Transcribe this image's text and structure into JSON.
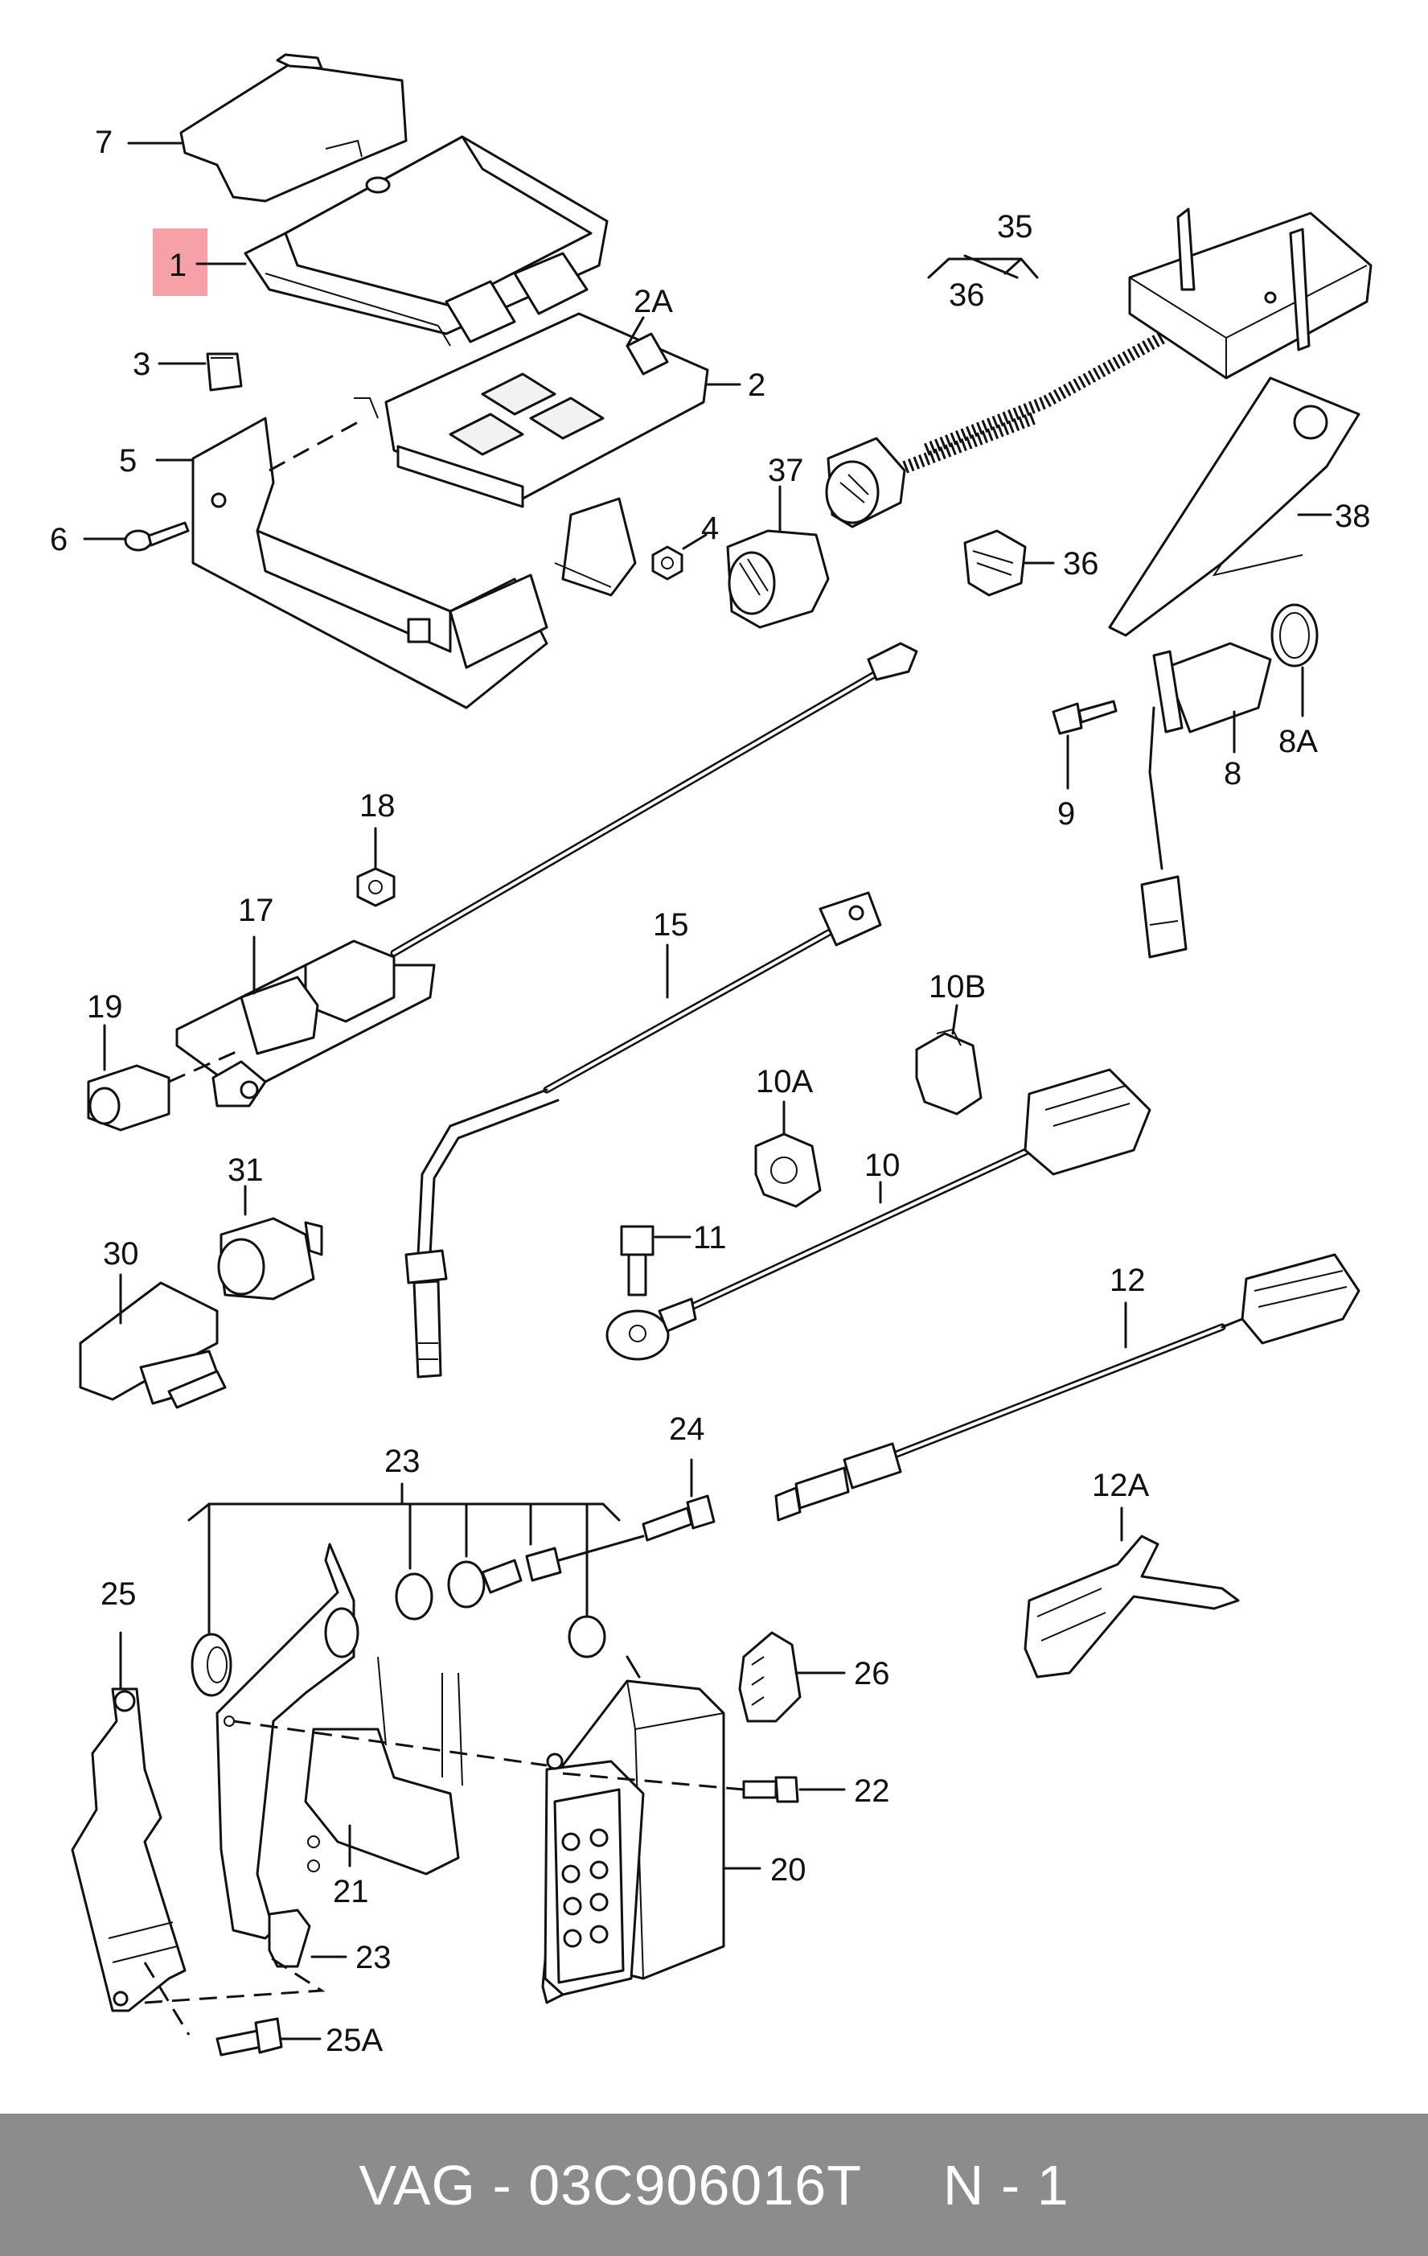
{
  "callouts": {
    "c1": "1",
    "c2": "2",
    "c2A": "2A",
    "c3": "3",
    "c4": "4",
    "c5": "5",
    "c6": "6",
    "c7": "7",
    "c8": "8",
    "c8A": "8A",
    "c9": "9",
    "c10": "10",
    "c10A": "10A",
    "c10B": "10B",
    "c11": "11",
    "c12": "12",
    "c12A": "12A",
    "c15": "15",
    "c17": "17",
    "c18": "18",
    "c19": "19",
    "c20": "20",
    "c21": "21",
    "c22": "22",
    "c23a": "23",
    "c23b": "23",
    "c24": "24",
    "c25": "25",
    "c25A": "25A",
    "c26": "26",
    "c30": "30",
    "c31": "31",
    "c35": "35",
    "c36a": "36",
    "c36b": "36",
    "c37": "37",
    "c38": "38"
  },
  "highlight": {
    "part": "1",
    "color": "#f6a0a8"
  },
  "footer": {
    "text": "VAG - 03C906016T     N - 1",
    "background": "#8c8c8c"
  }
}
